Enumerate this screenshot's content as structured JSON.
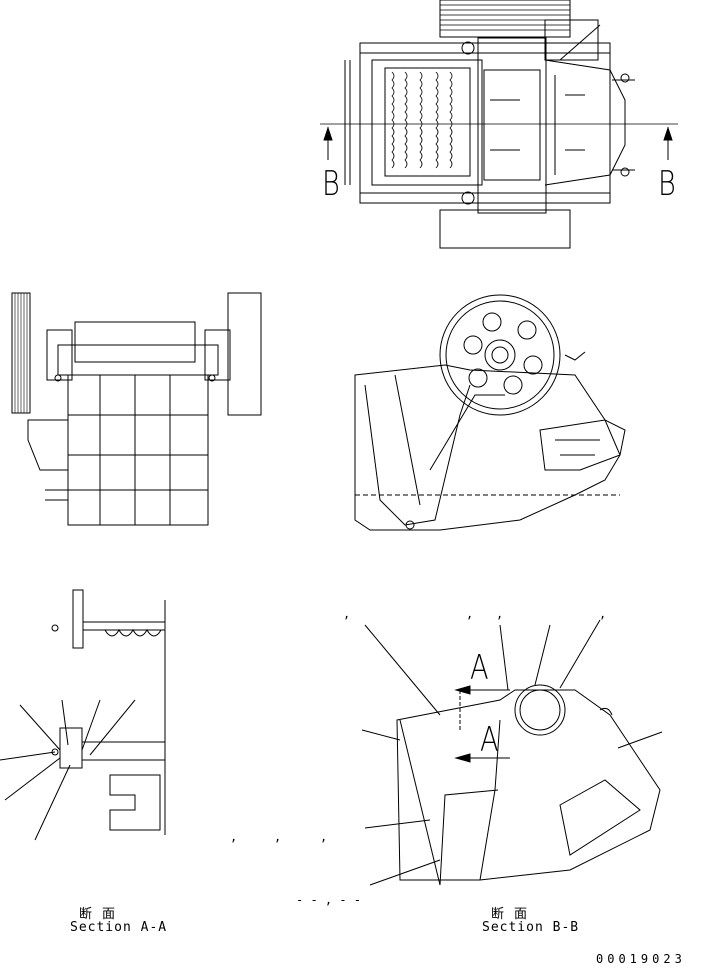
{
  "section_markers": {
    "b_left": "B",
    "b_right": "B",
    "a_top": "A",
    "a_bottom": "A"
  },
  "captions": {
    "section_aa_jp": "断面",
    "section_aa_en": "Section A-A",
    "section_bb_jp": "断面",
    "section_bb_en": "Section B-B"
  },
  "drawing_code": "00019023",
  "stray_marks": {
    "comma": ",",
    "dash_row": "- - , - -"
  }
}
